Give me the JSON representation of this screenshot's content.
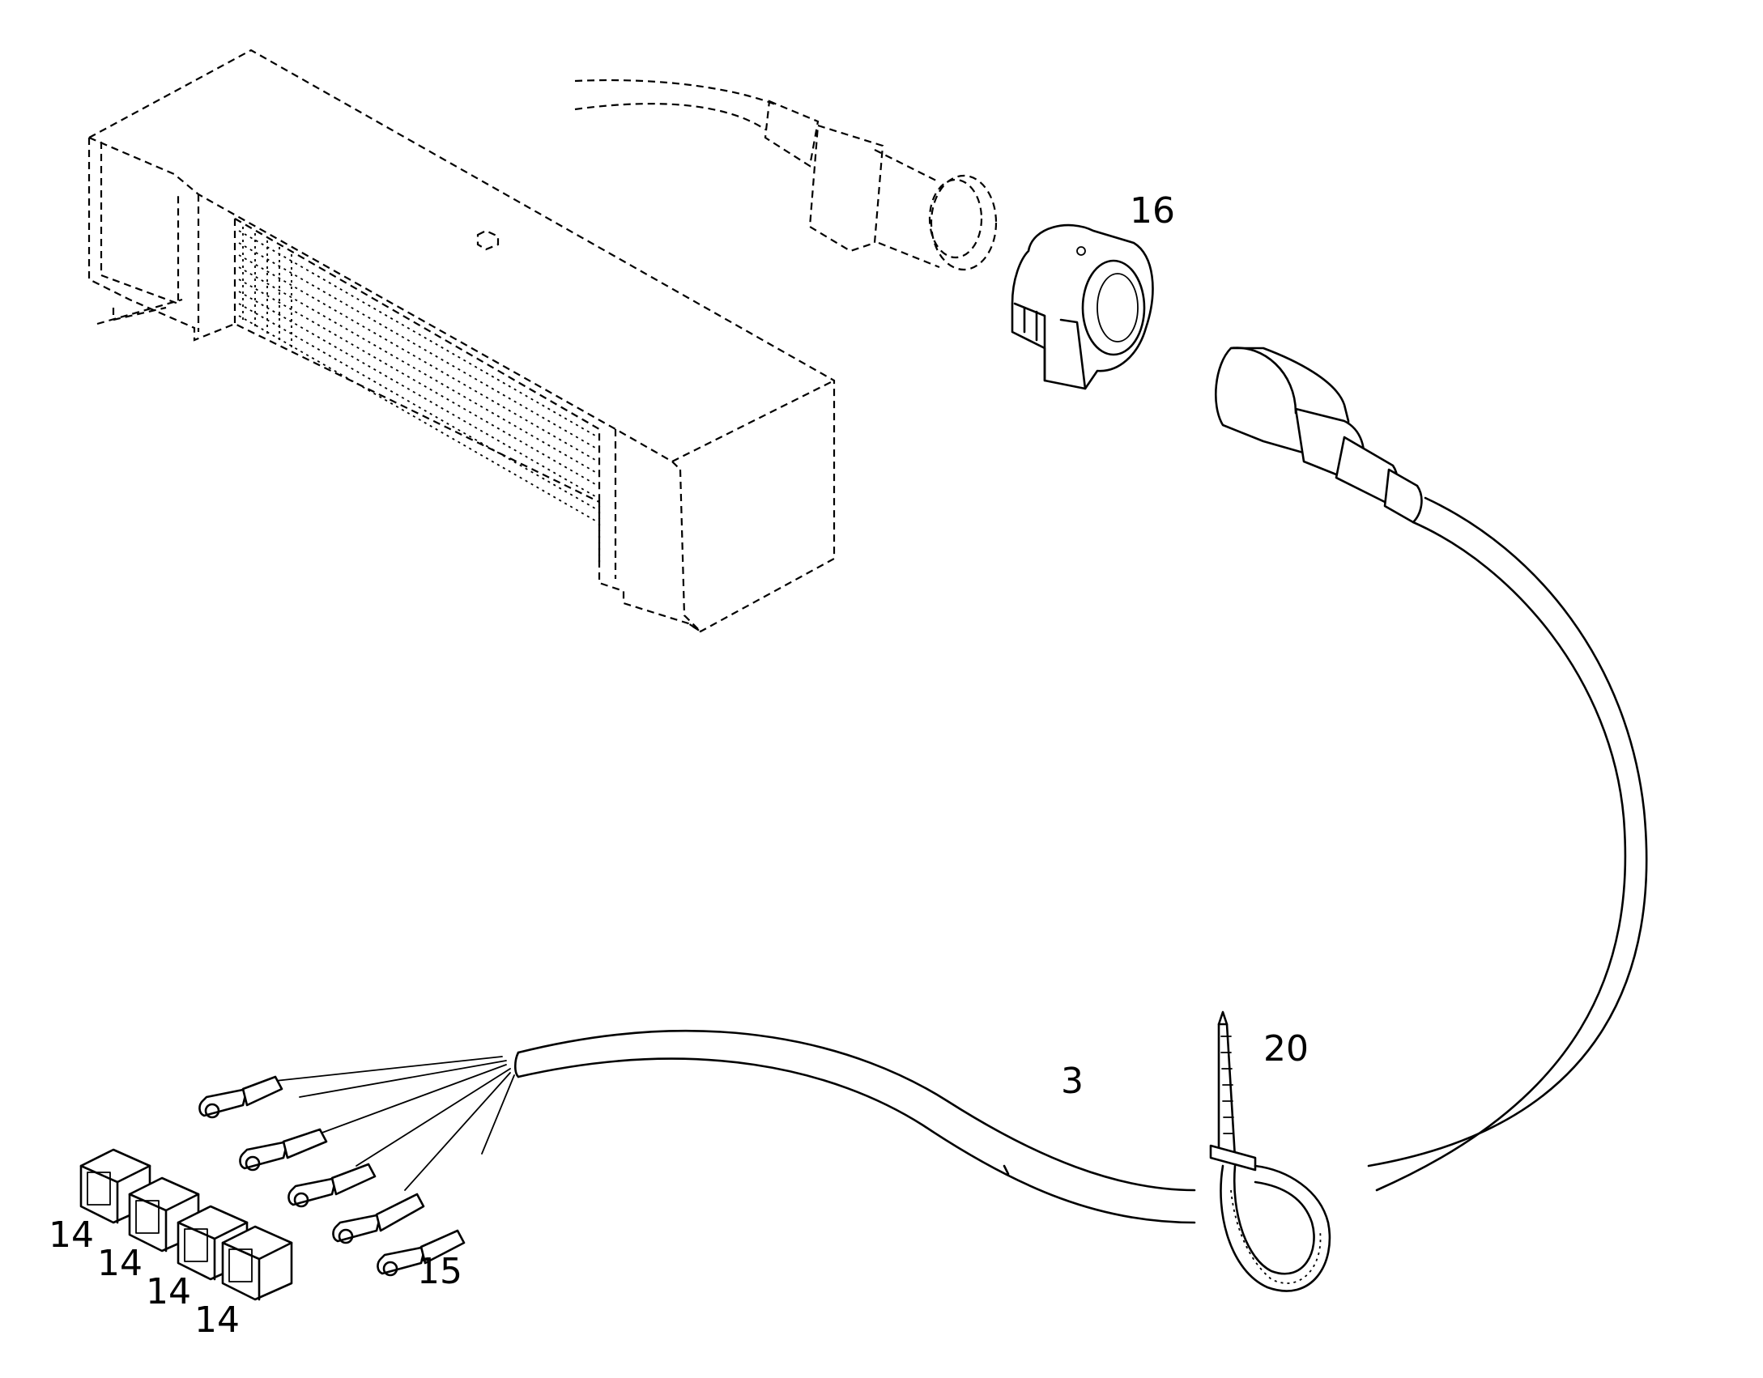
{
  "diagram": {
    "callouts": {
      "part_16": "16",
      "part_20": "20",
      "part_3": "3",
      "part_14_a": "14",
      "part_14_b": "14",
      "part_14_c": "14",
      "part_14_d": "14",
      "part_15": "15"
    },
    "colors": {
      "line": "#000000",
      "background": "#ffffff"
    }
  }
}
